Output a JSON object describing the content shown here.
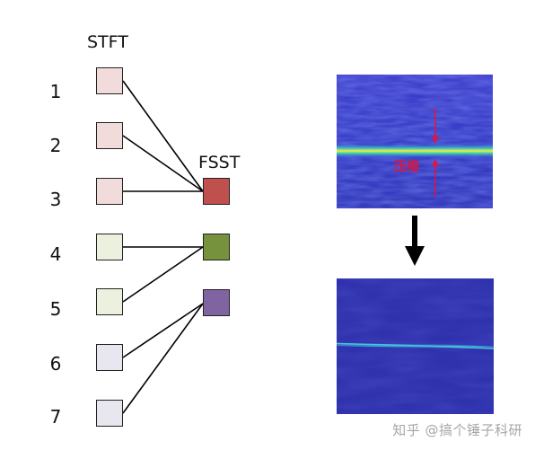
{
  "left_diagram": {
    "stft_label": "STFT",
    "fsst_label": "FSST",
    "row_labels": [
      "1",
      "2",
      "3",
      "4",
      "5",
      "6",
      "7"
    ],
    "stft_colors": [
      "#f2dcdb",
      "#f2dcdb",
      "#f2dcdb",
      "#ebf1de",
      "#ebf1de",
      "#e8e6ee",
      "#e8e6ee"
    ],
    "fsst_colors": [
      "#c0504d",
      "#76923c",
      "#8064a2"
    ],
    "links": [
      [
        1,
        1
      ],
      [
        2,
        1
      ],
      [
        3,
        1
      ],
      [
        4,
        2
      ],
      [
        5,
        2
      ],
      [
        6,
        3
      ],
      [
        7,
        3
      ]
    ]
  },
  "right_diagram": {
    "top_annotation": "压缩",
    "annotation_color": "#e0143c"
  },
  "watermark": "知乎 @搞个锤子科研"
}
